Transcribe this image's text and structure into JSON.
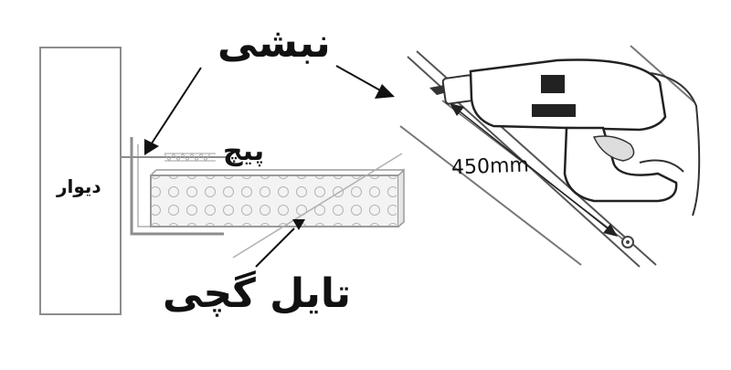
{
  "labels": {
    "angle": "نبشی",
    "screw": "پیچ",
    "wall": "دیوار",
    "tile": "تایل گچی",
    "dimension": "450mm"
  },
  "colors": {
    "ink": "#111111",
    "line": "#9a9a9a",
    "tile_fill": "#f0f0f0",
    "background": "#ffffff"
  },
  "icons": {
    "tool": "power-drill-icon"
  }
}
